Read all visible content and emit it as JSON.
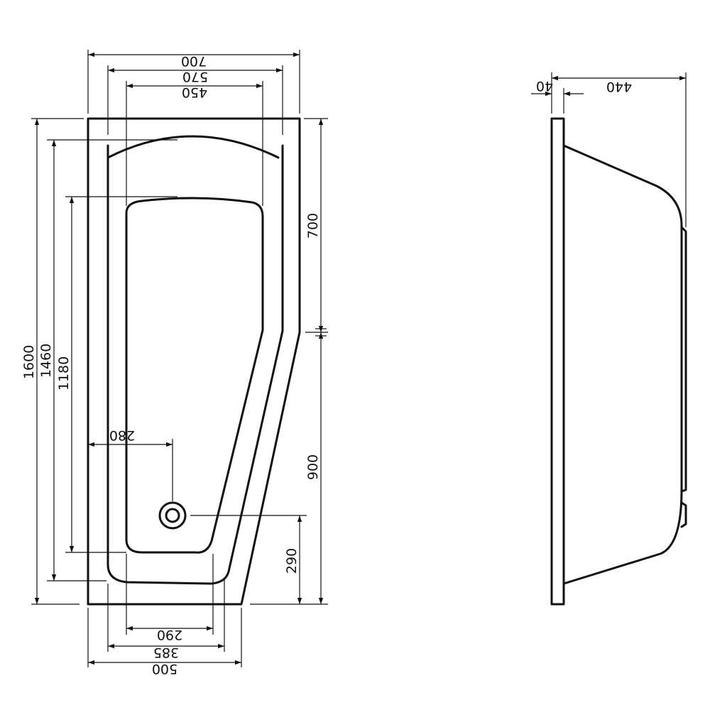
{
  "dimensions": {
    "top_700": "700",
    "top_570": "570",
    "top_450": "450",
    "left_1600": "1600",
    "left_1460": "1460",
    "left_1180": "1180",
    "right_700": "700",
    "right_900": "900",
    "right_290": "290",
    "drain_280": "280",
    "bottom_290": "290",
    "bottom_385": "385",
    "bottom_500": "500",
    "side_40": "40",
    "side_440": "440"
  }
}
